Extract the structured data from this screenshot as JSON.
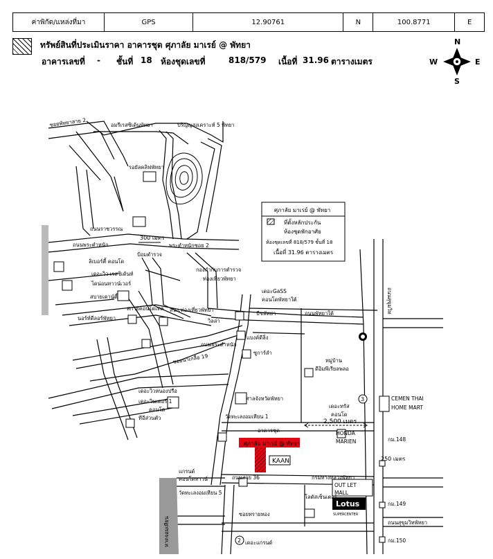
{
  "header": {
    "coord_label": "ค่าพิกัด/แหล่งที่มา",
    "source": "GPS",
    "lat": "12.90761",
    "lat_dir": "N",
    "lon": "100.8771",
    "lon_dir": "E"
  },
  "legend": {
    "title": "ทรัพย์สินที่ประเมินราคา อาคารชุด ศุภาลัย มาเรย์ @ พัทยา"
  },
  "details": {
    "building_label": "อาคารเลขที่",
    "building_value": "-",
    "floor_label": "ชั้นที่",
    "floor_value": "18",
    "unit_label": "ห้องชุดเลขที่",
    "unit_value": "818/579",
    "area_label": "เนื้อที่",
    "area_value": "31.96",
    "area_unit": "ตารางเมตร"
  },
  "compass": {
    "n": "N",
    "s": "S",
    "e": "E",
    "w": "W"
  },
  "infobox": {
    "title": "ศุภาลัย มาเรย์ @ พัทยา",
    "legend_text": "ที่ตั้งหลักประกัน",
    "line2": "ห้องชุดพักอาศัย",
    "line3": "ห้องชุดเลขที่ 818/579 ชั้นที่ 18",
    "line4": "เนื้อที่ 31.96 ตารางเมตร"
  },
  "map": {
    "subject": "ศุภาลัย มาเรย์ @ พัทยา",
    "distance": "2,500 เมตร",
    "dist_300": "300 เมตร",
    "dist_250": "250 เมตร",
    "circle_2": "2",
    "circle_3": "3",
    "labels": [
      "ซอยพัทยาสาย 2",
      "อมรีเรสซิเด้นพัทยา",
      "ปริญญสงเคราะห์ 5 พัทยา",
      "รอยัลคลิฟพัทยา",
      "ถนนราชวรรณ",
      "ถนนพระตำหนัก",
      "ป้อมตำรวจ",
      "พระตำหนักซอย 2",
      "ลิเบอร์ตี้ คอนโด",
      "เดอะวิว เรสซิเด้นท์",
      "ไดน่อนทาวน์เวอร์",
      "สบายเคาน์ตี้",
      "กองกำกับการตำรวจ",
      "ท่องเที่ยวพัทยา",
      "สนง.ท่องเที่ยวพัทยา",
      "สกายคอนโดเทล",
      "นอร์ท์ดีลอร์พัทยา",
      "วิลล่า",
      "แบงค์ดีลิ่ง",
      "ถนนพระตำหนัก",
      "ซูการ์ลำ",
      "ซอยนาเกลือ 19",
      "ถนนพัทยาใต้",
      "เดอะGaSS",
      "คอนโดพัทยาใต้",
      "บีชพัทยา",
      "หมู่บ้าน",
      "ดีอิมพีเรียลพลอ",
      "ศาลจังหวัดพัทยา",
      "เดอะทรัส",
      "คอนโด",
      "อาคารชุด",
      "เดอะวิวหนองปรือ",
      "เดอะวินเดอร์ 1",
      "คอนโด",
      "ทีอีส่วนตัว",
      "วัดทะเลงอมเหียน 1",
      "HONDA",
      "MARIEN",
      "CEMEN THAI",
      "HOME MART",
      "ถนนสุขุมวิท",
      "กม.148",
      "วัดทะเลงอมเหียน 5",
      "KAAN",
      "OUT LET",
      "MALL",
      "กรมทางหลวงพัทยา",
      "โลตัสเซ็นเตอร์",
      "Lotus",
      "SUPERCENTER",
      "กม.149",
      "ถนนสุขุมวิทพัทยา",
      "กม.150",
      "เดอะแกรนด์",
      "ถนนสาย 36",
      "แกรนด์",
      "คอนโดทาวน์",
      "ซอยทรายทอง",
      "หาดจอมเทียน"
    ]
  }
}
